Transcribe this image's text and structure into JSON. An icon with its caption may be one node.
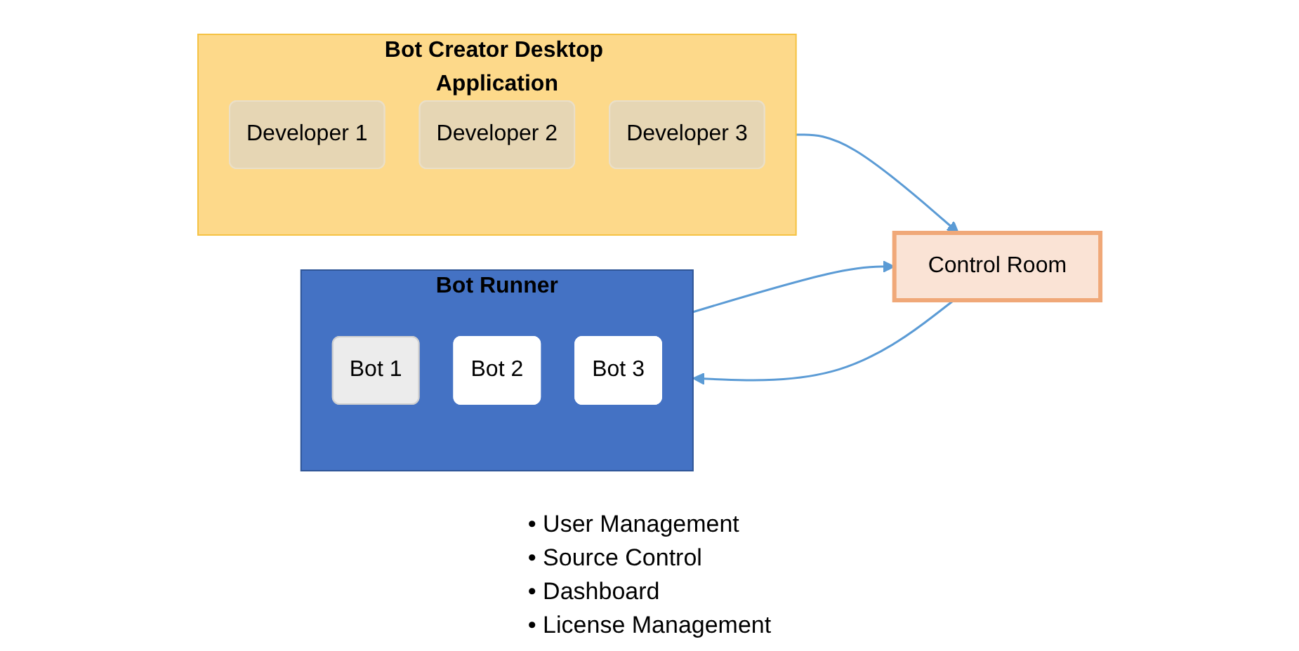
{
  "diagram": {
    "nodes": [
      {
        "text": [
          "Bot Creator Desktop Application"
        ]
      },
      {
        "text": [
          "Developer 1"
        ],
        "in": 0
      },
      {
        "text": [
          "Developer 2"
        ],
        "in": 0
      },
      {
        "text": [
          "Developer 3"
        ],
        "in": 0
      },
      {
        "text": [
          "Control Room"
        ]
      },
      {
        "text": [
          "Bot Runner"
        ]
      },
      {
        "text": [
          "Bot 1"
        ],
        "in": 5
      },
      {
        "text": [
          "Bot 2"
        ],
        "in": 5
      },
      {
        "text": [
          "Bot 3"
        ],
        "in": 5
      }
    ],
    "edges": [
      {
        "from": 0,
        "to": 4,
        "arrow": "to"
      },
      {
        "from": 5,
        "to": 4,
        "arrow": "to"
      },
      {
        "from": 4,
        "to": 5,
        "arrow": "to"
      }
    ],
    "labels": [
      "• User Management",
      "• Source Control",
      "• Dashboard",
      "• License Management"
    ]
  }
}
